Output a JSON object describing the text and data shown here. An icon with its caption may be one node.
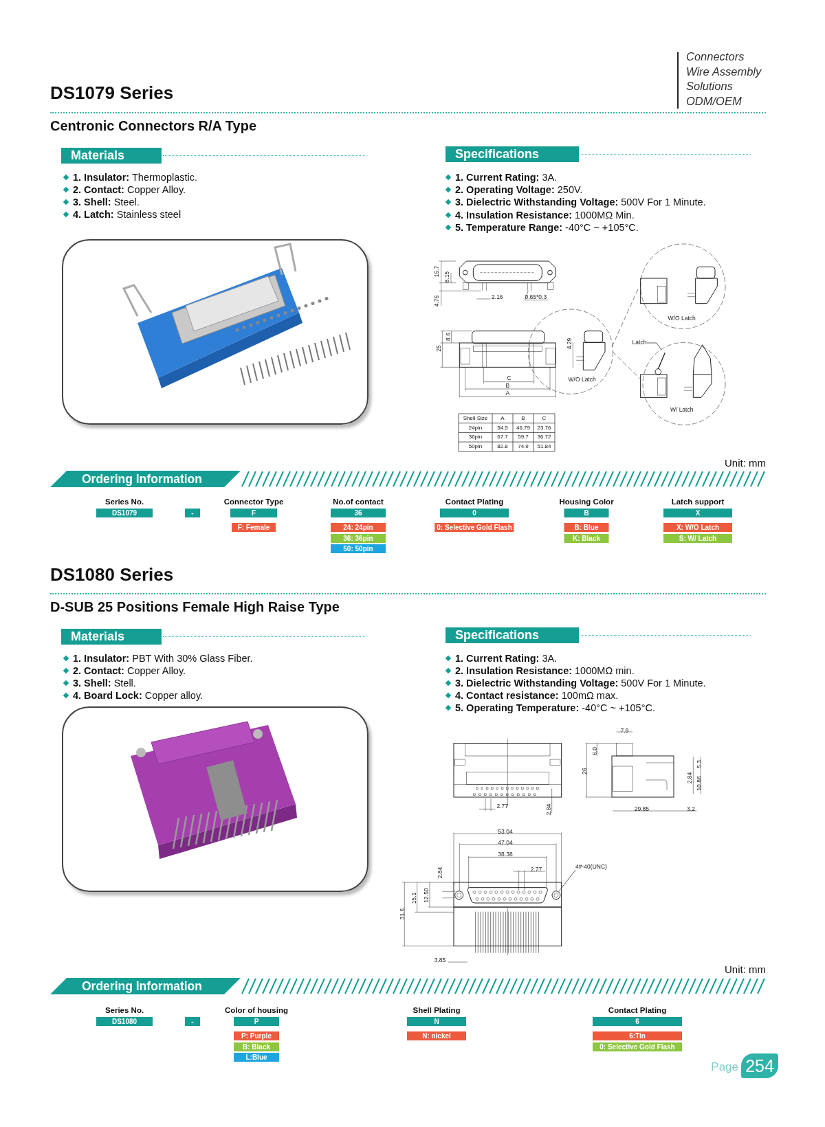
{
  "diagram": {
    "nodes": [
      {
        "text": [
          "Materials"
        ]
      },
      {
        "text": [
          "Specifications"
        ]
      },
      {
        "text": [
          "Latch"
        ]
      },
      {
        "text": [
          "Ordering Information"
        ]
      },
      {
        "text": [
          "DS1079"
        ],
        "beside": [
          "Series No."
        ]
      },
      {
        "text": [
          "-"
        ]
      },
      {
        "text": [
          "F"
        ],
        "beside": [
          "Connector Type"
        ]
      },
      {
        "text": [
          "36"
        ],
        "beside": [
          "No.of contact"
        ]
      },
      {
        "text": [
          "0"
        ],
        "beside": [
          "Contact Plating"
        ]
      },
      {
        "text": [
          "B"
        ],
        "beside": [
          "Housing Color"
        ]
      },
      {
        "text": [
          "X"
        ],
        "beside": [
          "Latch support"
        ]
      },
      {
        "text": [
          "F: Female"
        ]
      },
      {
        "text": [
          "24: 24pin"
        ]
      },
      {
        "text": [
          "0: Selective Gold Flash"
        ]
      },
      {
        "text": [
          "B: Blue"
        ]
      },
      {
        "text": [
          "X: W/O Latch"
        ]
      },
      {
        "text": [
          "36: 36pin"
        ]
      },
      {
        "text": [
          "K: Black"
        ]
      },
      {
        "text": [
          "S: W/ Latch"
        ]
      },
      {
        "text": [
          "50: 50pin"
        ]
      },
      {
        "text": [
          "Materials"
        ]
      },
      {
        "text": [
          "Specifications"
        ]
      },
      {
        "text": [
          "4#-40(UNC)"
        ]
      },
      {
        "text": [
          "Ordering Information"
        ]
      },
      {
        "text": [
          "DS1080"
        ],
        "beside": [
          "Series No."
        ]
      },
      {
        "text": [
          "-"
        ]
      },
      {
        "text": [
          "P"
        ],
        "beside": [
          "Color of housing"
        ]
      },
      {
        "text": [
          "N"
        ],
        "beside": [
          "Shell Plating"
        ]
      },
      {
        "text": [
          "6"
        ],
        "beside": [
          "Contact Plating"
        ]
      },
      {
        "text": [
          "P: Purple"
        ]
      },
      {
        "text": [
          "N: nickel"
        ]
      },
      {
        "text": [
          "6:Tin"
        ]
      },
      {
        "text": [
          "B: Black"
        ]
      },
      {
        "text": [
          "0: Selective Gold Flash"
        ]
      },
      {
        "text": [
          "L:Blue"
        ]
      },
      {
        "text": [
          "254"
        ],
        "beside": [
          "Page"
        ]
      }
    ],
    "edges": [
      {
        "from": 2,
        "to": null,
        "arrow": "none"
      },
      {
        "from": 22,
        "to": null,
        "arrow": "none"
      }
    ],
    "labels": [
      "DS1079 Series",
      "Connectors Wire Assembly Solutions ODM/OEM",
      "Centronic Connectors R/A Type",
      "**1. Insulator:** Thermoplastic.",
      "**2. Contact:** Copper Alloy.",
      "**3. Shell:** Steel.",
      "**4. Latch:** Stainless steel",
      "**1. Current Rating:** 3A.",
      "**2. Operating Voltage:** 250V.",
      "**3. Dielectric Withstanding Voltage:** 500V For 1 Minute.",
      "**4. Insulation Resistance:** 1000MΩ Min.",
      "**5. Temperature Range:** -40°C ~ +105°C.",
      "15.7",
      "8.15",
      "4.76",
      "2.16",
      "0.65*0.3",
      "W/O Latch",
      "8.6",
      "25",
      "4.29",
      "C",
      "W/O Latch",
      "B",
      "A",
      "W/ Latch",
      "Shell Size",
      "A",
      "B",
      "C",
      "24pin",
      "54.5",
      "46.79",
      "23.76",
      "36pin",
      "67.7",
      "59.7",
      "36.72",
      "50pin",
      "82.8",
      "74.9",
      "51.84",
      "Unit: mm",
      "DS1080 Series",
      "D-SUB 25 Positions Female High Raise Type",
      "**1. Insulator:** PBT With 30% Glass Fiber.",
      "**2. Contact:** Copper Alloy.",
      "**3. Shell:** Stell.",
      "**4. Board Lock:** Copper alloy.",
      "**1. Current Rating:** 3A.",
      "**2. Insulation  Resistance:** 1000MΩ min.",
      "**3. Dielectric Withstanding Voltage:** 500V For 1 Minute.",
      "**4. Contact resistance:** 100mΩ  max.",
      "**5. Operating Temperature:** -40°C ~ +105°C.",
      "7.9",
      "6.0",
      "5.3",
      "26",
      "2.84",
      "10.86",
      "2.77",
      "29.85",
      "3.2",
      "2.84",
      "53.04",
      "47.04",
      "38.38",
      "2.77",
      "2.84",
      "15.1",
      "12.50",
      "31.6",
      "3.85",
      "Unit: mm"
    ]
  }
}
